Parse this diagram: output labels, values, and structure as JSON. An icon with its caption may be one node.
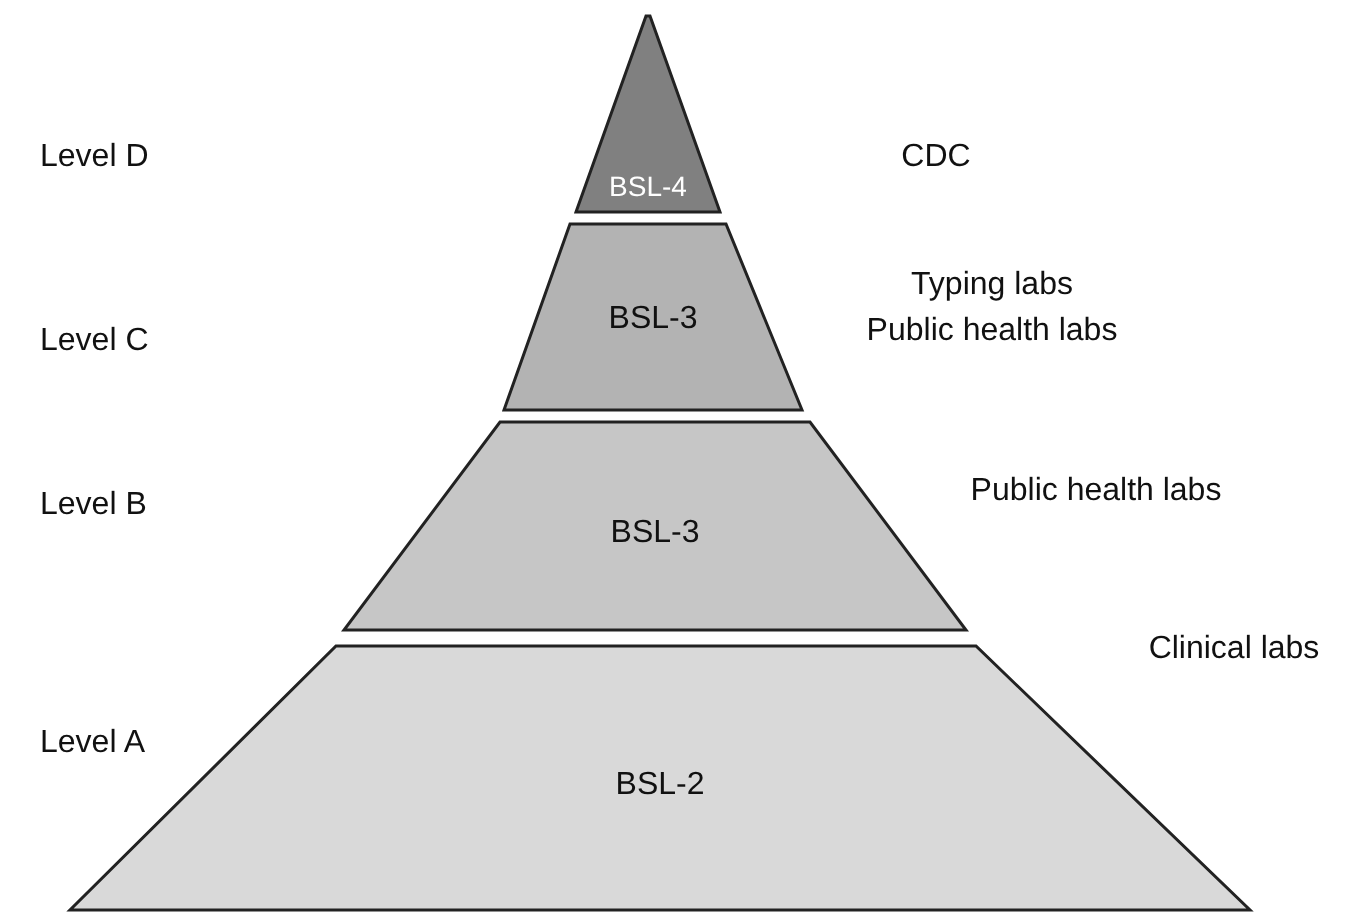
{
  "diagram": {
    "nodes": [
      {
        "text": [
          "BSL-4"
        ]
      },
      {
        "text": [
          "BSL-3"
        ],
        "beside": [
          "Typing labs",
          "Public health labs"
        ]
      },
      {
        "text": [
          "BSL-3"
        ],
        "beside": [
          "Public health labs"
        ]
      },
      {
        "text": [
          "BSL-2"
        ],
        "beside": [
          "Clinical labs"
        ]
      }
    ],
    "labels": [
      "Level D",
      "CDC",
      "Level C",
      "Level B",
      "Level A"
    ]
  }
}
